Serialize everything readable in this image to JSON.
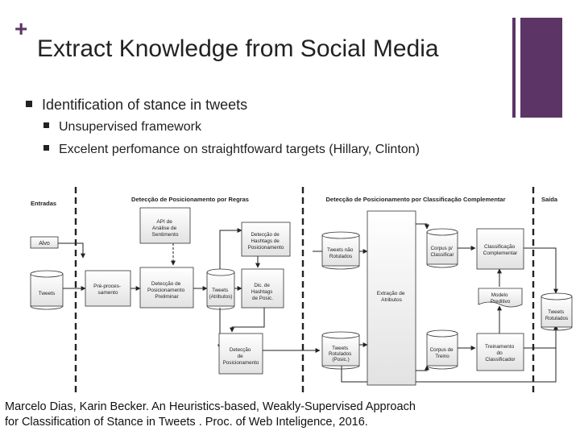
{
  "slide": {
    "plus": "+",
    "title": "Extract Knowledge from Social Media",
    "bullets": [
      "Identification of stance in tweets",
      "Unsupervised framework",
      "Excelent perfomance on straightfoward targets (Hillary, Clinton)"
    ],
    "citation": [
      "Marcelo Dias, Karin Becker. An Heuristics-based, Weakly-Supervised Approach",
      "for Classification of Stance in Tweets . Proc. of  Web Inteligence, 2016."
    ]
  },
  "diagram": {
    "headers": {
      "entradas": "Entradas",
      "regras": "Detecção de Posicionamento por Regras",
      "complementar": "Detecção de Posicionamento por Classificação Complementar",
      "saida": "Saída"
    },
    "nodes": {
      "alvo": "Alvo",
      "tweets": "Tweets",
      "preproc": [
        "Pré-proces-",
        "samento"
      ],
      "api": [
        "API de",
        "Análise de",
        "Sentimento"
      ],
      "det_prelim": [
        "Detecção de",
        "Posicionamento",
        "Preliminar"
      ],
      "det_hashtags": [
        "Detecção de",
        "Hashtags de",
        "Posicionamento"
      ],
      "tweets_atrib": [
        "Tweets",
        "(Atributos)"
      ],
      "dic_hashtags": [
        "Dic. de",
        "Hashtags",
        "de Posic."
      ],
      "det_pos": [
        "Detecção",
        "de",
        "Posicionamento"
      ],
      "tweets_nao_rot": [
        "Tweets não",
        "Rotulados"
      ],
      "tweets_rot": [
        "Tweets",
        "Rotulados",
        "(Posic.)"
      ],
      "extracao": [
        "Extração de",
        "Atributos"
      ],
      "corpus_classif": [
        "Corpus p/",
        "Classificar"
      ],
      "corpus_treino": [
        "Corpus de",
        "Treino"
      ],
      "classif_comp": [
        "Classificação",
        "Complementar"
      ],
      "modelo": [
        "Modelo",
        "Preditivo"
      ],
      "treinamento": [
        "Treinamento",
        "do",
        "Classificador"
      ],
      "tweets_out": [
        "Tweets",
        "Rotulados"
      ]
    }
  }
}
